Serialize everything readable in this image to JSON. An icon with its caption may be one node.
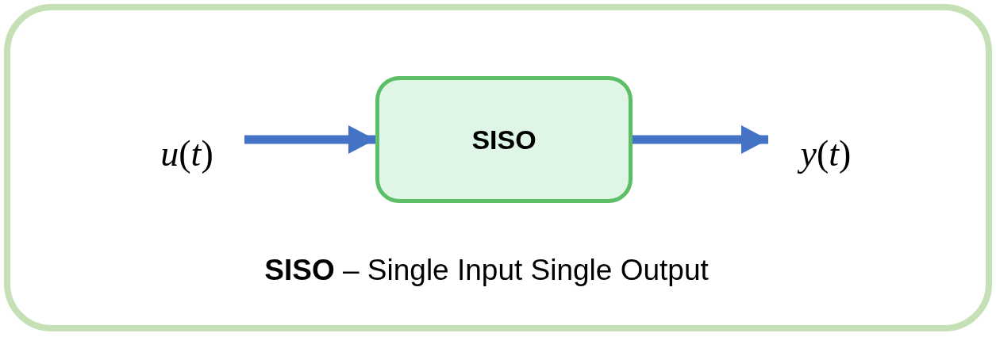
{
  "diagram": {
    "nodes": [
      {
        "text": [
          "**SISO** – Single Input Single Output"
        ]
      },
      {
        "text": [
          "*u*(*t*)"
        ],
        "in": 0
      },
      {
        "text": [
          "SISO"
        ],
        "in": 0
      },
      {
        "text": [
          "*y*(*t*)"
        ],
        "in": 0
      }
    ],
    "edges": [
      {
        "from": 1,
        "to": 2,
        "arrow": "to"
      },
      {
        "from": 2,
        "to": 3,
        "arrow": "to"
      }
    ]
  }
}
